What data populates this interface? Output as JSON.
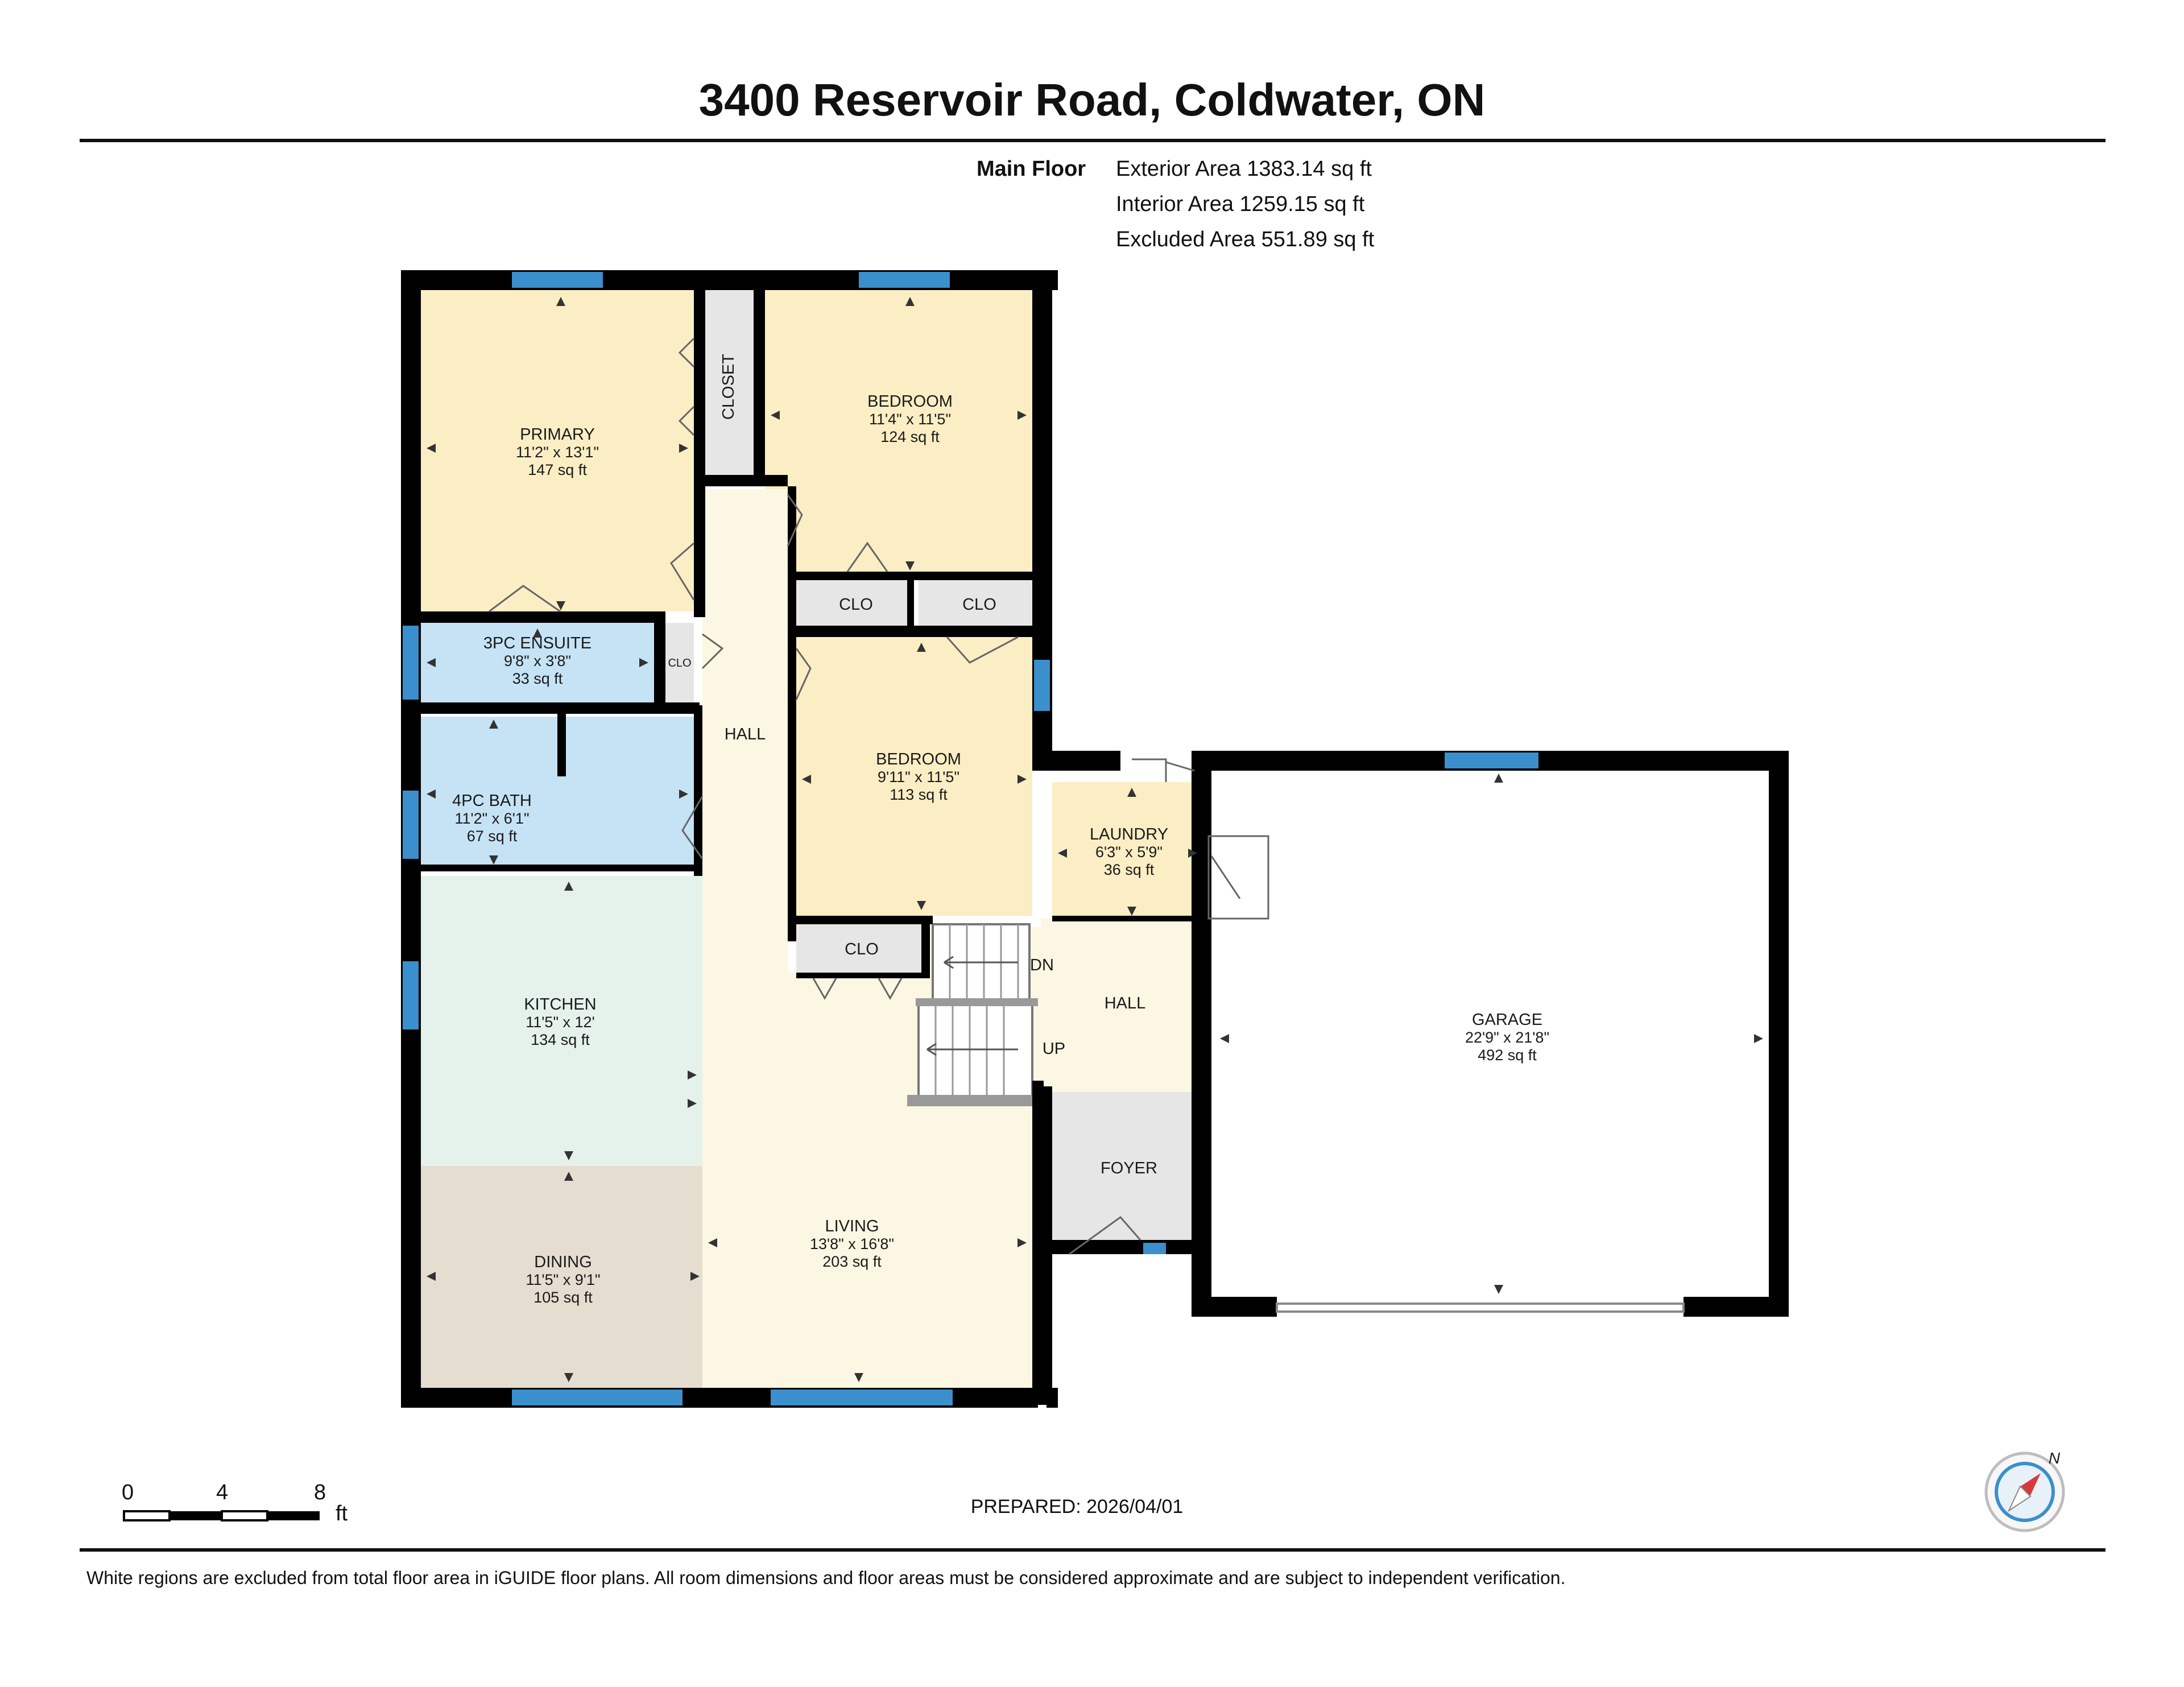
{
  "title": "3400 Reservoir Road, Coldwater, ON",
  "areas": {
    "floor_label": "Main Floor",
    "exterior": "Exterior Area 1383.14 sq ft",
    "interior": "Interior Area 1259.15 sq ft",
    "excluded": "Excluded Area 551.89 sq ft"
  },
  "rooms": {
    "primary": {
      "name": "PRIMARY",
      "dims": "11'2\" x 13'1\"",
      "area": "147 sq ft"
    },
    "bedroom1": {
      "name": "BEDROOM",
      "dims": "11'4\" x 11'5\"",
      "area": "124 sq ft"
    },
    "closet": {
      "name": "CLOSET"
    },
    "clo_a": {
      "name": "CLO"
    },
    "clo_b": {
      "name": "CLO"
    },
    "clo_c": {
      "name": "CLO"
    },
    "clo_d": {
      "name": "CLO"
    },
    "ensuite": {
      "name": "3PC ENSUITE",
      "dims": "9'8\" x 3'8\"",
      "area": "33 sq ft"
    },
    "hall_main": {
      "name": "HALL"
    },
    "bedroom2": {
      "name": "BEDROOM",
      "dims": "9'11\" x 11'5\"",
      "area": "113 sq ft"
    },
    "bath": {
      "name": "4PC BATH",
      "dims": "11'2\" x 6'1\"",
      "area": "67 sq ft"
    },
    "laundry": {
      "name": "LAUNDRY",
      "dims": "6'3\" x 5'9\"",
      "area": "36 sq ft"
    },
    "kitchen": {
      "name": "KITCHEN",
      "dims": "11'5\" x 12'",
      "area": "134 sq ft"
    },
    "hall_side": {
      "name": "HALL"
    },
    "garage": {
      "name": "GARAGE",
      "dims": "22'9\" x 21'8\"",
      "area": "492 sq ft"
    },
    "foyer": {
      "name": "FOYER"
    },
    "dining": {
      "name": "DINING",
      "dims": "11'5\" x 9'1\"",
      "area": "105 sq ft"
    },
    "living": {
      "name": "LIVING",
      "dims": "13'8\" x 16'8\"",
      "area": "203 sq ft"
    }
  },
  "stairs": {
    "down": "DN",
    "up": "UP"
  },
  "scale": {
    "ticks": [
      "0",
      "4",
      "8"
    ],
    "unit": "ft"
  },
  "compass": {
    "label": "N"
  },
  "prepared": "PREPARED: 2026/04/01",
  "footer": "White regions are excluded from total floor area in iGUIDE floor plans. All room dimensions and floor areas must be considered approximate and are subject to independent verification.",
  "colors": {
    "bedroom": "#fbeec4",
    "bath": "#c6e3f6",
    "kitchen": "#e5f2ec",
    "dining": "#e4ddd0",
    "living": "#fcf7e2",
    "utility": "#e6e6e6",
    "wall": "#000000",
    "window": "#3a8fcc"
  }
}
